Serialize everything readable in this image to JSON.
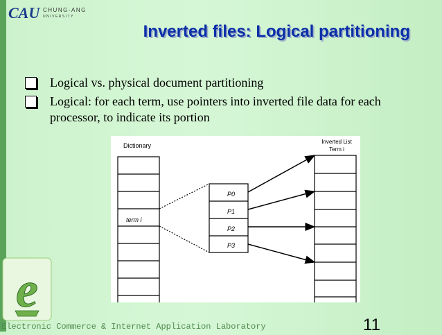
{
  "logo": {
    "mark": "CAU",
    "line1": "CHUNG-ANG",
    "line2": "UNIVERSITY"
  },
  "title": "Inverted files: Logical partitioning",
  "bullets": [
    "Logical vs. physical document partitioning",
    "Logical: for each term, use pointers into inverted file data for each processor, to indicate its portion"
  ],
  "diagram": {
    "dictionary_label": "Dictionary",
    "inverted_list_label": "Inverted List",
    "inverted_list_term": "Term i",
    "term_label": "term i",
    "pointers": [
      "P0",
      "P1",
      "P2",
      "P3"
    ]
  },
  "footer": {
    "lab": "Electronic Commerce & Internet Application Laboratory",
    "page": "11"
  },
  "colors": {
    "title": "#0b2fa8",
    "background": "#ccf2cc",
    "left_bar": "#5aa35a",
    "footer": "#4f8a4f"
  }
}
